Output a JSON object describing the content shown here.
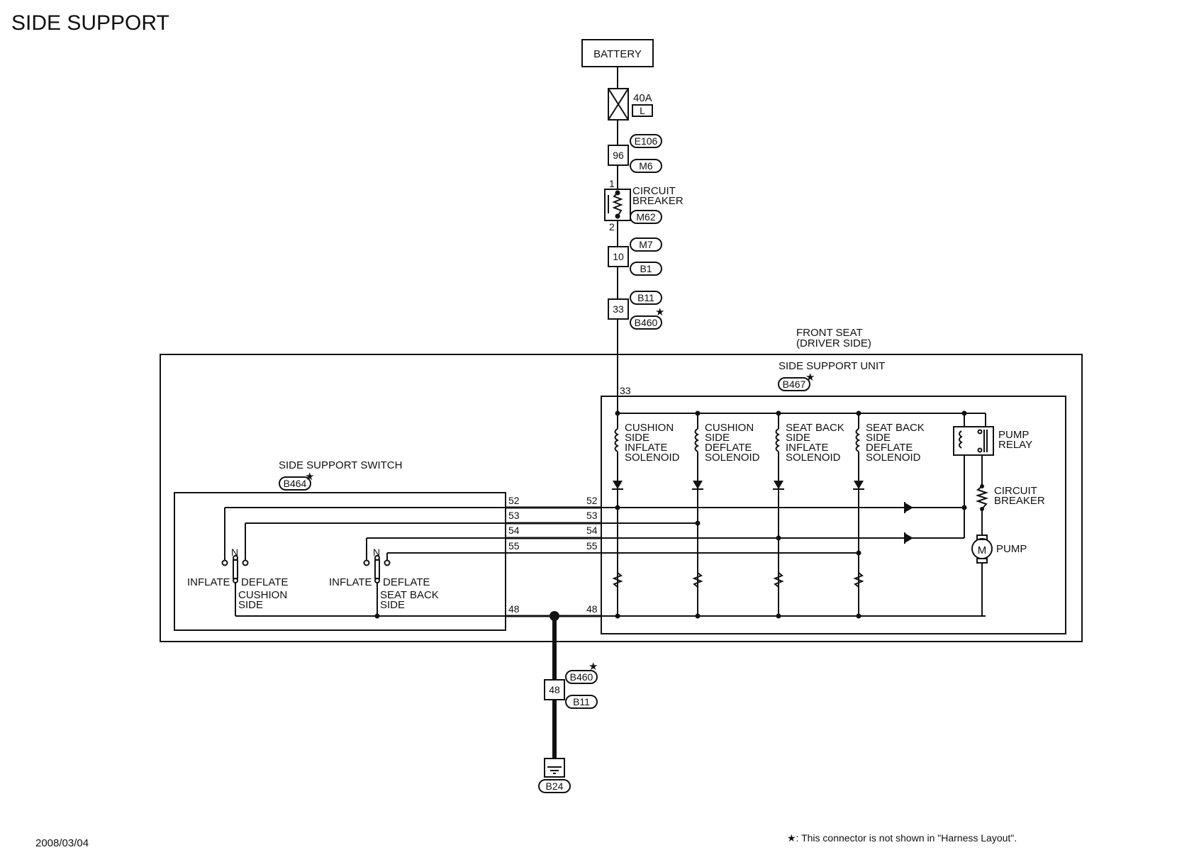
{
  "title": "SIDE SUPPORT",
  "date": "2008/03/04",
  "footnote": "★: This connector is not shown in \"Harness Layout\".",
  "power": {
    "battery": "BATTERY",
    "fuse_rating": "40A",
    "fuse_code": "L",
    "conn_96": "96",
    "e106": "E106",
    "m6": "M6",
    "cb_label_1": "CIRCUIT",
    "cb_label_2": "BREAKER",
    "cb_pin_1": "1",
    "cb_pin_2": "2",
    "m62": "M62",
    "conn_10": "10",
    "m7": "M7",
    "b1": "B1",
    "conn_33": "33",
    "b11_top": "B11",
    "b460_top": "B460"
  },
  "front_seat": {
    "label_1": "FRONT SEAT",
    "label_2": "(DRIVER SIDE)"
  },
  "unit": {
    "label": "SIDE SUPPORT UNIT",
    "conn": "B467",
    "pin_in": "33",
    "solenoids": [
      {
        "l1": "CUSHION",
        "l2": "SIDE",
        "l3": "INFLATE",
        "l4": "SOLENOID"
      },
      {
        "l1": "CUSHION",
        "l2": "SIDE",
        "l3": "DEFLATE",
        "l4": "SOLENOID"
      },
      {
        "l1": "SEAT BACK",
        "l2": "SIDE",
        "l3": "INFLATE",
        "l4": "SOLENOID"
      },
      {
        "l1": "SEAT BACK",
        "l2": "SIDE",
        "l3": "DEFLATE",
        "l4": "SOLENOID"
      }
    ],
    "relay_1": "PUMP",
    "relay_2": "RELAY",
    "cb_1": "CIRCUIT",
    "cb_2": "BREAKER",
    "pump": "PUMP",
    "motor": "M",
    "pins": [
      "52",
      "53",
      "54",
      "55",
      "48"
    ]
  },
  "switch": {
    "label": "SIDE SUPPORT SWITCH",
    "conn": "B464",
    "pins": [
      "52",
      "53",
      "54",
      "55",
      "48"
    ],
    "n": "N",
    "inflate": "INFLATE",
    "deflate": "DEFLATE",
    "cushion_1": "CUSHION",
    "cushion_2": "SIDE",
    "seatback_1": "SEAT BACK",
    "seatback_2": "SIDE"
  },
  "ground": {
    "conn_48": "48",
    "b460": "B460",
    "b11": "B11",
    "b24": "B24"
  },
  "star": "★"
}
